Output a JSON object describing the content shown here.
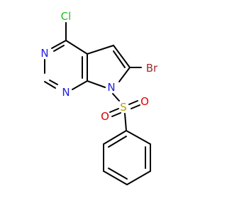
{
  "molecule": {
    "atoms": {
      "cl": "Cl",
      "n_top": "N",
      "n_bottom": "N",
      "n_ring": "N",
      "br": "Br",
      "s": "S",
      "o_left": "O",
      "o_right": "O"
    },
    "colors": {
      "bond": "#000000",
      "chlorine": "#1FBF1F",
      "nitrogen": "#2020E0",
      "bromine": "#A52A2A",
      "sulfur": "#B8A000",
      "oxygen": "#E00000"
    }
  }
}
